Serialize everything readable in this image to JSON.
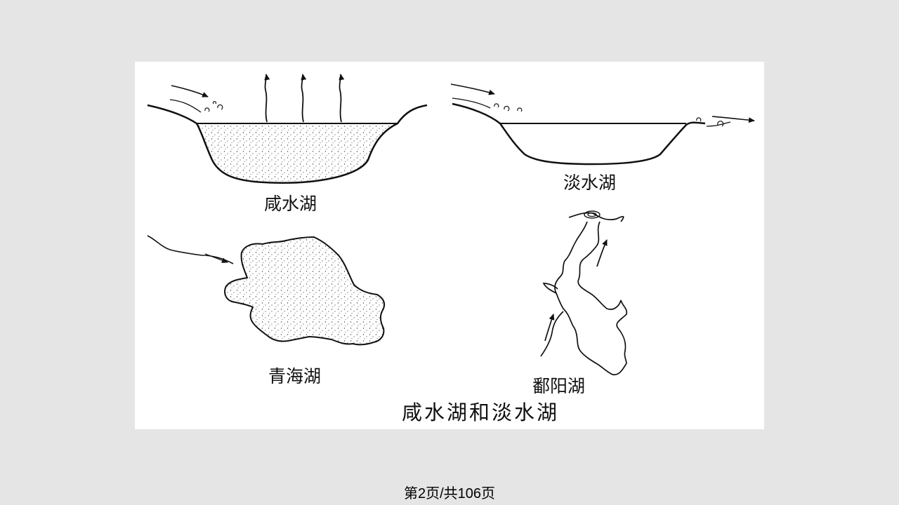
{
  "labels": {
    "salt_lake": "咸水湖",
    "fresh_lake": "淡水湖",
    "qinghai_lake": "青海湖",
    "poyang_lake": "鄱阳湖"
  },
  "caption": "咸水湖和淡水湖",
  "footer": {
    "page_indicator": "第2页/共106页"
  },
  "colors": {
    "background": "#e5e5e5",
    "slide": "#ffffff",
    "ink": "#111111"
  }
}
